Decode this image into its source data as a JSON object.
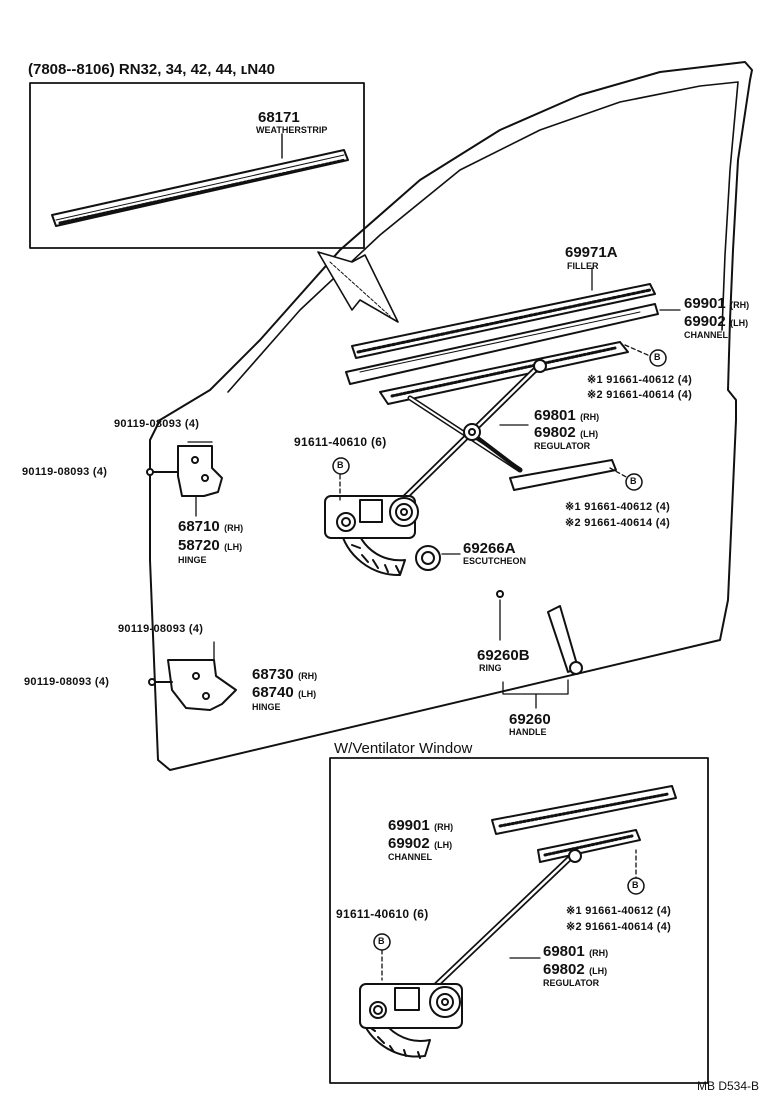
{
  "header": {
    "variant_range": "(7808--8106) RN32, 34, 42, 44, ʟN40",
    "ventilator_title": "W/Ventilator Window"
  },
  "parts": {
    "weatherstrip": {
      "number": "68171",
      "name": "WEATHERSTRIP"
    },
    "filler": {
      "number": "69971A",
      "name": "FILLER"
    },
    "channel_top": {
      "rh": "69901",
      "rh_tag": "(RH)",
      "lh": "69902",
      "lh_tag": "(LH)",
      "name": "CHANNEL"
    },
    "bolts_top": {
      "line1": "※1 91661-40612 (4)",
      "line2": "※2 91661-40614 (4)"
    },
    "regulator_top": {
      "rh": "69801",
      "rh_tag": "(RH)",
      "lh": "69802",
      "lh_tag": "(LH)",
      "name": "REGULATOR"
    },
    "bolts_mid": {
      "line1": "※1 91661-40612 (4)",
      "line2": "※2 91661-40614 (4)"
    },
    "screw_top": "91611-40610 (6)",
    "escutcheon": {
      "number": "69266A",
      "name": "ESCUTCHEON"
    },
    "ring": {
      "number": "69260B",
      "name": "RING"
    },
    "handle": {
      "number": "69260",
      "name": "HANDLE"
    },
    "hinge_upper_bolt_a": "90119-08093 (4)",
    "hinge_upper_bolt_b": "90119-08093 (4)",
    "hinge_upper": {
      "rh": "68710",
      "rh_tag": "(RH)",
      "lh": "58720",
      "lh_tag": "(LH)",
      "name": "HINGE"
    },
    "hinge_lower_bolt_a": "90119-08093 (4)",
    "hinge_lower_bolt_b": "90119-08093 (4)",
    "hinge_lower": {
      "rh": "68730",
      "rh_tag": "(RH)",
      "lh": "68740",
      "lh_tag": "(LH)",
      "name": "HINGE"
    },
    "vent_channel": {
      "rh": "69901",
      "rh_tag": "(RH)",
      "lh": "69902",
      "lh_tag": "(LH)",
      "name": "CHANNEL"
    },
    "vent_bolts": {
      "line1": "※1 91661-40612 (4)",
      "line2": "※2 91661-40614 (4)"
    },
    "vent_screw": "91611-40610 (6)",
    "vent_regulator": {
      "rh": "69801",
      "rh_tag": "(RH)",
      "lh": "69802",
      "lh_tag": "(LH)",
      "name": "REGULATOR"
    }
  },
  "callout_letter": "B",
  "footer": {
    "code": "MB  D534-B"
  }
}
